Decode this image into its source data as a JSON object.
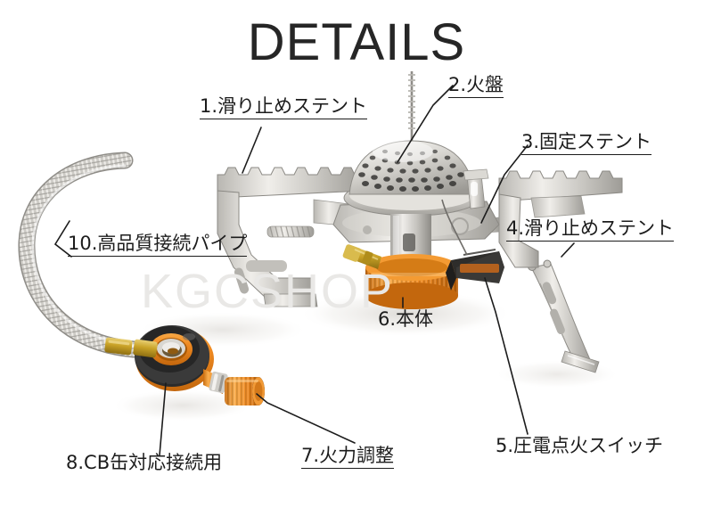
{
  "page": {
    "title": "DETAILS",
    "watermark": "KGCSHOP",
    "background_color": "#ffffff",
    "text_color": "#1c1c1c"
  },
  "product": {
    "type": "portable camping gas stove",
    "colors": {
      "steel": "#c9c7c2",
      "steel_light": "#e3e1dc",
      "steel_dark": "#8e8c88",
      "orange": "#ef8a22",
      "orange_dark": "#c96a0e",
      "brass": "#c9a227",
      "black": "#2b2b2b"
    }
  },
  "callouts": [
    {
      "id": 1,
      "number": "1.",
      "text": "滑り止めステント",
      "label": "1.滑り止めステント"
    },
    {
      "id": 2,
      "number": "2.",
      "text": "火盤",
      "label": "2.火盤"
    },
    {
      "id": 3,
      "number": "3.",
      "text": "固定ステント",
      "label": "3.固定ステント"
    },
    {
      "id": 4,
      "number": "4.",
      "text": "滑り止めステント",
      "label": "4.滑り止めステント"
    },
    {
      "id": 5,
      "number": "5.",
      "text": "圧電点火スイッチ",
      "label": "5.圧電点火スイッチ"
    },
    {
      "id": 6,
      "number": "6.",
      "text": "本体",
      "label": "6.本体"
    },
    {
      "id": 7,
      "number": "7.",
      "text": "火力調整",
      "label": "7.火力調整"
    },
    {
      "id": 8,
      "number": "8.",
      "text": "CB缶対応接続用",
      "label": "8.CB缶対応接続用"
    },
    {
      "id": 10,
      "number": "10.",
      "text": "高品質接続パイプ",
      "label": "10.高品質接続パイプ"
    }
  ]
}
